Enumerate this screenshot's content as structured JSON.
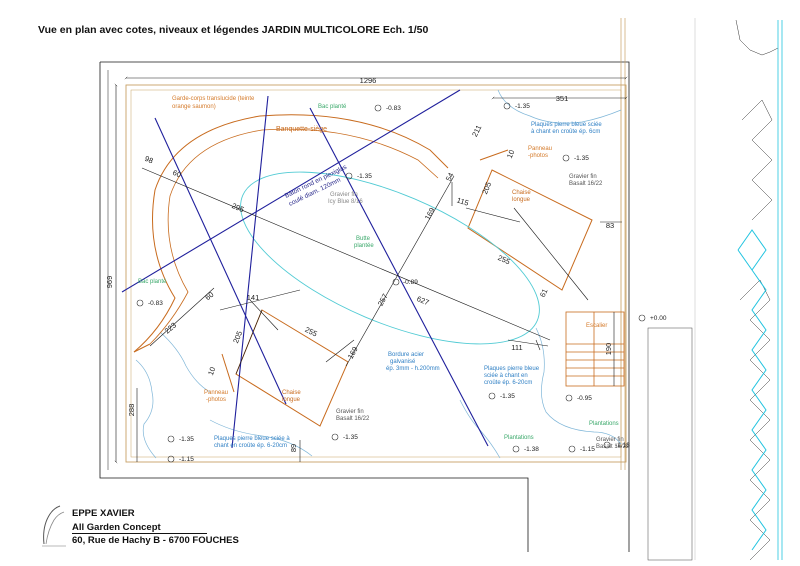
{
  "sheet": {
    "title": "Vue en plan avec cotes, niveaux et légendes JARDIN MULTICOLORE   Ech. 1/50"
  },
  "colors": {
    "wall": "#c8a165",
    "timber": "#c86b1e",
    "dim_line": "#1a1a1a",
    "blue_note": "#2e7fc4",
    "green_note": "#3aa86a",
    "orange_note": "#d47a2a",
    "purple_note": "#2a2a8c",
    "water": "#8fc7e6",
    "teal_ellipse": "#52cbd4",
    "diagonal": "#1f1f9c",
    "elevation_cyan": "#22c4e0"
  },
  "dimensions": {
    "d1296": "1296",
    "d969": "969",
    "d351": "351",
    "d211": "211",
    "d54": "54",
    "d98": "98",
    "d60a": "60",
    "d295": "295",
    "d169a": "169",
    "d115": "115",
    "d205a": "205",
    "d10a": "10",
    "d83": "83",
    "d255a": "255",
    "d61": "61",
    "d627": "627",
    "d257": "257",
    "d111": "111",
    "d141": "141",
    "d60b": "60",
    "d223": "223",
    "d205b": "205",
    "d255b": "255",
    "d169b": "169",
    "d10b": "10",
    "d288": "288",
    "d89": "89",
    "d190": "190"
  },
  "levels": {
    "l083a": "-0.83",
    "l135a": "-1.35",
    "l135b": "-1.35",
    "l135c": "-1.35",
    "l083b": "-0.83",
    "l089": "-0.89",
    "l000": "+0.00",
    "l135d": "-1.35",
    "l095": "-0.95",
    "l135e": "-1.35",
    "l115a": "-1.15",
    "l135f": "-1.35",
    "l138": "-1.38",
    "l115b": "-1.15",
    "l118": "-1.18"
  },
  "labels": {
    "garde_corps_1": "Garde-corps translucide (teinte",
    "garde_corps_2": "orange saumon)",
    "bac_plante_top": "Bac planté",
    "banquette": "Banquette-siège",
    "plaques_top_1": "Plaques pierre bleue sciée",
    "plaques_top_2": "à chant en croûte ép. 6cm",
    "panneau_tr_1": "Panneau",
    "panneau_tr_2": "-photos",
    "baton_1": "Bâton rond en plexiglas",
    "baton_2": "coulé diam. 120mm",
    "gravier_icy_1": "Gravier fin",
    "gravier_icy_2": "Icy Blue 8/16",
    "gravier_basalt_tr_1": "Gravier fin",
    "gravier_basalt_tr_2": "Basalt 16/22",
    "chaise_tr_1": "Chaise",
    "chaise_tr_2": "longue",
    "butte_1": "Butte",
    "butte_2": "plantée",
    "bac_plante_left": "Bac planté",
    "escalier": "Escalier",
    "bordure_1": "Bordure acier",
    "bordure_2": "galvanisé",
    "bordure_3": "ép. 3mm - h.200mm",
    "plaques_right_1": "Plaques pierre bleue",
    "plaques_right_2": "sciée à chant en",
    "plaques_right_3": "croûte ép. 6-20cm",
    "panneau_bl_1": "Panneau",
    "panneau_bl_2": "-photos",
    "chaise_bl_1": "Chaise",
    "chaise_bl_2": "longue",
    "gravier_basalt_bl_1": "Gravier fin",
    "gravier_basalt_bl_2": "Basalt 16/22",
    "gravier_fin_r_1": "Gravier fin",
    "gravier_fin_r_2": "Basalt 16/22",
    "plantations_r": "Plantations",
    "plantations_m": "Plantations",
    "plaques_bottom_1": "Plaques pierre bleue sciée à",
    "plaques_bottom_2": "chant en croûte ép. 6-20cm"
  },
  "title_block": {
    "name": "EPPE XAVIER",
    "company": "All Garden Concept",
    "address": "60, Rue de Hachy   B - 6700 FOUCHES"
  }
}
